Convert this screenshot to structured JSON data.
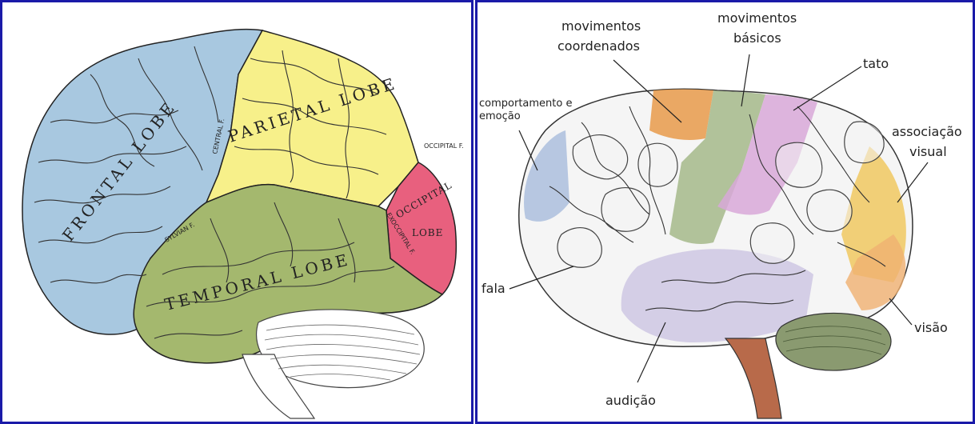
{
  "left_diagram": {
    "lobes": {
      "frontal": "FRONTAL LOBE",
      "parietal": "PARIETAL LOBE",
      "temporal": "TEMPORAL LOBE",
      "occipital_line1": "OCCIPITAL",
      "occipital_line2": "LOBE"
    },
    "fissures": {
      "central": "CENTRAL F.",
      "sylvian": "SYLVIAN F.",
      "occipital": "OCCIPITAL F.",
      "exoccipital": "EXOCCIPITAL F."
    },
    "colors": {
      "frontal": "#a8c8e0",
      "parietal": "#f7f08a",
      "temporal": "#a4b86e",
      "occipital": "#e8607e",
      "cerebellum": "#ffffff"
    }
  },
  "right_diagram": {
    "labels": {
      "coordinated_1": "movimentos",
      "coordinated_2": "coordenados",
      "basic_1": "movimentos",
      "basic_2": "básicos",
      "touch": "tato",
      "behavior_1": "comportamento e",
      "behavior_2": "emoção",
      "visual_assoc_1": "associação",
      "visual_assoc_2": "visual",
      "speech": "fala",
      "vision": "visão",
      "hearing": "audição"
    },
    "colors": {
      "behavior": "#a8bcdc",
      "coordinated": "#e89a4a",
      "basic": "#a4b88a",
      "touch": "#d8a8d8",
      "visual_assoc": "#f0c860",
      "vision": "#f0b070",
      "hearing": "#c8c0e0",
      "cerebellum": "#8a9a70"
    }
  }
}
